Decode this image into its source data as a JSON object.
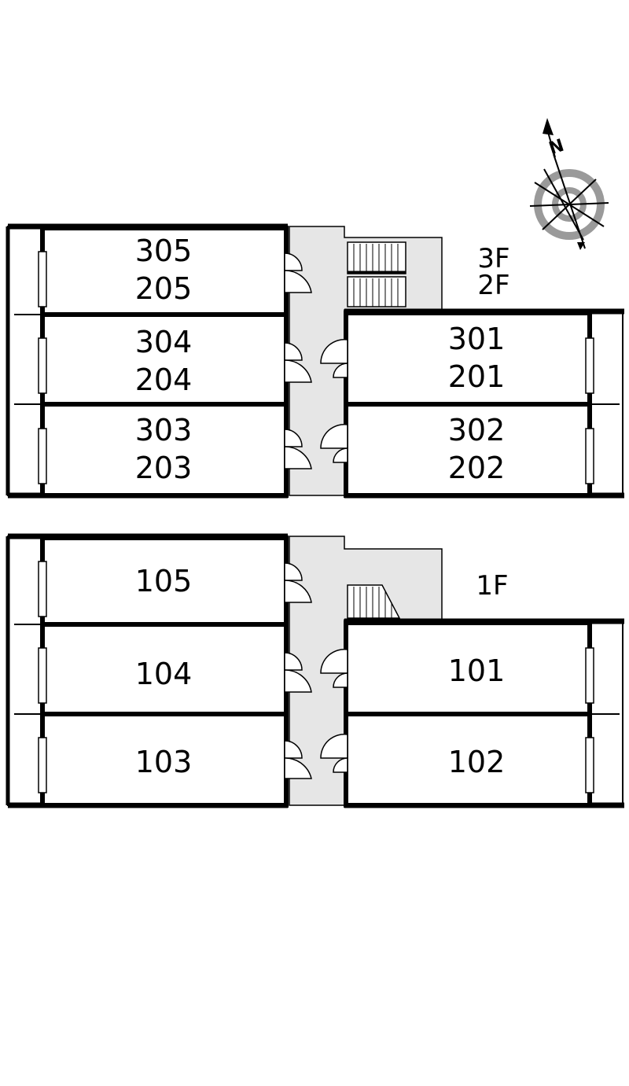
{
  "compass": {
    "north_letter": "N"
  },
  "upper_plan": {
    "floor_labels": [
      "3F",
      "2F"
    ],
    "rooms": [
      {
        "top": "305",
        "bottom": "205"
      },
      {
        "top": "304",
        "bottom": "204"
      },
      {
        "top": "303",
        "bottom": "203"
      },
      {
        "top": "301",
        "bottom": "201"
      },
      {
        "top": "302",
        "bottom": "202"
      }
    ]
  },
  "lower_plan": {
    "floor_label": "1F",
    "rooms": [
      "105",
      "104",
      "103",
      "101",
      "102"
    ]
  }
}
